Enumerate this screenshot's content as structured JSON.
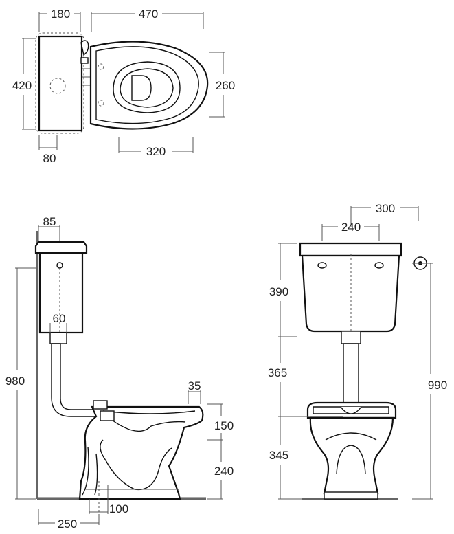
{
  "colors": {
    "line": "#111111",
    "dimension": "#555555",
    "background": "#ffffff"
  },
  "dimensions": {
    "plan": {
      "cistern_width": "180",
      "bowl_length": "470",
      "cistern_depth": "420",
      "bowl_width": "260",
      "pan_inner_length": "320",
      "inlet_offset": "80"
    },
    "side": {
      "top_offset": "85",
      "pipe_diameter": "60",
      "total_height": "980",
      "rim_lip": "35",
      "rim_height": "150",
      "pedestal_height": "240",
      "outlet_width": "100",
      "outlet_offset": "250"
    },
    "front": {
      "connection_offset": "300",
      "cistern_holes": "240",
      "cistern_height": "390",
      "pipe_length": "365",
      "bowl_height": "345",
      "overall_height": "990"
    }
  }
}
